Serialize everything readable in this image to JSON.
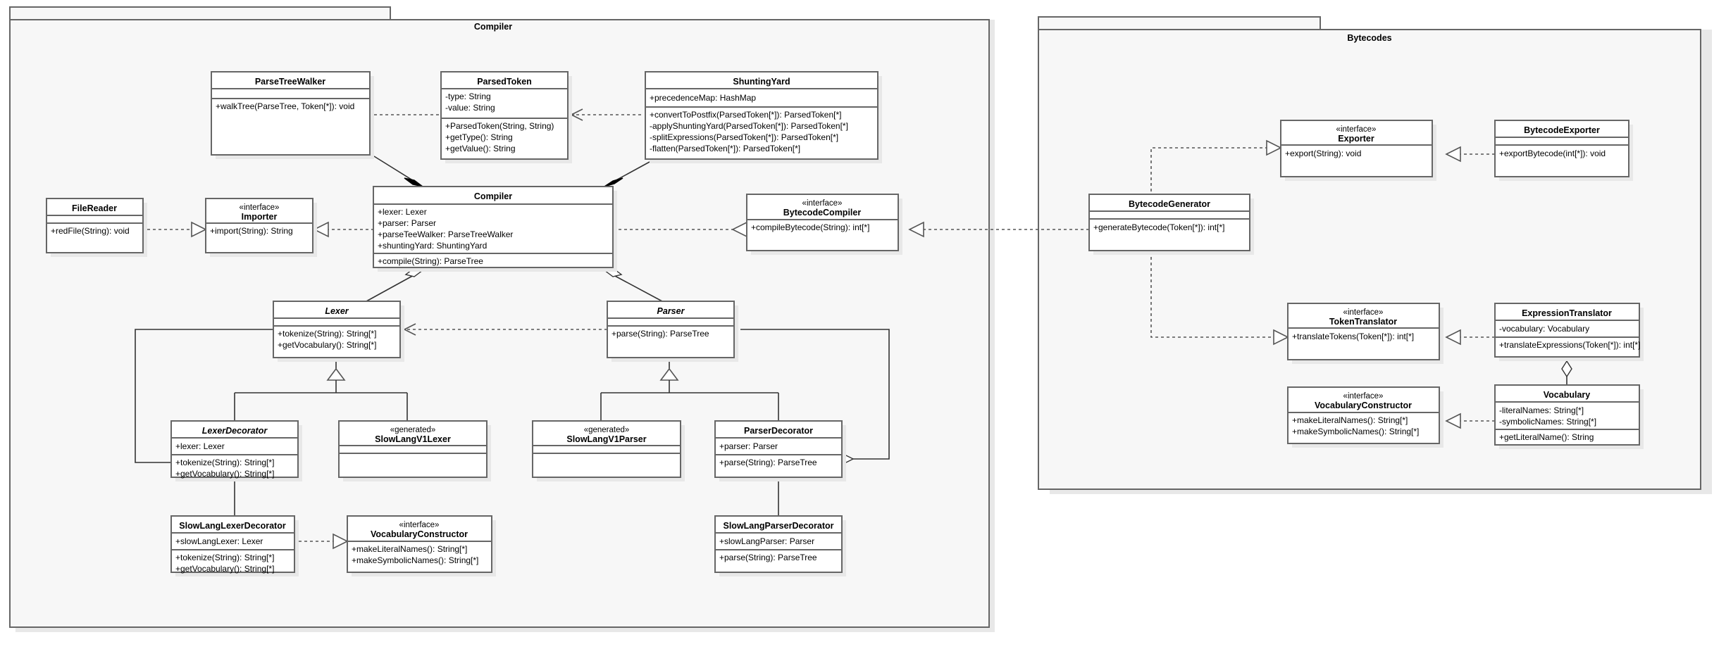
{
  "diagram": {
    "type": "uml-class-diagram",
    "packages": [
      {
        "id": "compiler-package",
        "label": "Compiler"
      },
      {
        "id": "bytecodes-package",
        "label": "Bytecodes"
      }
    ]
  },
  "classes": {
    "parse_tree_walker": {
      "name": "ParseTreeWalker",
      "stereotype": "",
      "abstract": false,
      "attributes": [],
      "operations": [
        "+walkTree(ParseTree, Token[*]): void"
      ]
    },
    "parsed_token": {
      "name": "ParsedToken",
      "stereotype": "",
      "abstract": false,
      "attributes": [
        "-type: String",
        "-value: String"
      ],
      "operations": [
        "+ParsedToken(String, String)",
        "+getType(): String",
        "+getValue(): String"
      ]
    },
    "shunting_yard": {
      "name": "ShuntingYard",
      "stereotype": "",
      "abstract": false,
      "attributes": [
        "+precedenceMap: HashMap"
      ],
      "operations": [
        "+convertToPostfix(ParsedToken[*]): ParsedToken[*]",
        "-applyShuntingYard(ParsedToken[*]): ParsedToken[*]",
        "-splitExpressions(ParsedToken[*]): ParsedToken[*]",
        "-flatten(ParsedToken[*]): ParsedToken[*]"
      ]
    },
    "compiler": {
      "name": "Compiler",
      "stereotype": "",
      "abstract": false,
      "attributes": [
        "+lexer: Lexer",
        "+parser: Parser",
        "+parseTeeWalker: ParseTreeWalker",
        "+shuntingYard: ShuntingYard"
      ],
      "operations": [
        "+compile(String): ParseTree"
      ]
    },
    "file_reader": {
      "name": "FileReader",
      "stereotype": "",
      "abstract": false,
      "attributes": [],
      "operations": [
        "+redFile(String): void"
      ]
    },
    "importer": {
      "name": "Importer",
      "stereotype": "«interface»",
      "abstract": false,
      "attributes": [],
      "operations": [
        "+import(String): String"
      ]
    },
    "bytecode_compiler": {
      "name": "BytecodeCompiler",
      "stereotype": "«interface»",
      "abstract": false,
      "attributes": [],
      "operations": [
        "+compileBytecode(String): int[*]"
      ]
    },
    "lexer": {
      "name": "Lexer",
      "stereotype": "",
      "abstract": true,
      "attributes": [],
      "operations": [
        "+tokenize(String): String[*]",
        "+getVocabulary(): String[*]"
      ]
    },
    "parser": {
      "name": "Parser",
      "stereotype": "",
      "abstract": true,
      "attributes": [],
      "operations": [
        "+parse(String): ParseTree"
      ]
    },
    "lexer_decorator": {
      "name": "LexerDecorator",
      "stereotype": "",
      "abstract": true,
      "attributes": [
        "+lexer: Lexer"
      ],
      "operations": [
        "+tokenize(String): String[*]",
        "+getVocabulary(): String[*]"
      ]
    },
    "slowlang_v1_lexer": {
      "name": "SlowLangV1Lexer",
      "stereotype": "«generated»",
      "abstract": false,
      "attributes": [],
      "operations": []
    },
    "slowlang_v1_parser": {
      "name": "SlowLangV1Parser",
      "stereotype": "«generated»",
      "abstract": false,
      "attributes": [],
      "operations": []
    },
    "parser_decorator": {
      "name": "ParserDecorator",
      "stereotype": "",
      "abstract": false,
      "attributes": [
        "+parser: Parser"
      ],
      "operations": [
        "+parse(String): ParseTree"
      ]
    },
    "slowlang_lexer_decorator": {
      "name": "SlowLangLexerDecorator",
      "stereotype": "",
      "abstract": false,
      "attributes": [
        "+slowLangLexer: Lexer"
      ],
      "operations": [
        "+tokenize(String): String[*]",
        "+getVocabulary(): String[*]"
      ]
    },
    "vocabulary_constructor_left": {
      "name": "VocabularyConstructor",
      "stereotype": "«interface»",
      "abstract": false,
      "attributes": [],
      "operations": [
        "+makeLiteralNames(): String[*]",
        "+makeSymbolicNames(): String[*]"
      ]
    },
    "slowlang_parser_decorator": {
      "name": "SlowLangParserDecorator",
      "stereotype": "",
      "abstract": false,
      "attributes": [
        "+slowLangParser: Parser"
      ],
      "operations": [
        "+parse(String): ParseTree"
      ]
    },
    "exporter": {
      "name": "Exporter",
      "stereotype": "«interface»",
      "abstract": false,
      "attributes": [],
      "operations": [
        "+export(String): void"
      ]
    },
    "bytecode_exporter": {
      "name": "BytecodeExporter",
      "stereotype": "",
      "abstract": false,
      "attributes": [],
      "operations": [
        "+exportBytecode(int[*]): void"
      ]
    },
    "bytecode_generator": {
      "name": "BytecodeGenerator",
      "stereotype": "",
      "abstract": false,
      "attributes": [],
      "operations": [
        "+generateBytecode(Token[*]): int[*]"
      ]
    },
    "token_translator": {
      "name": "TokenTranslator",
      "stereotype": "«interface»",
      "abstract": false,
      "attributes": [],
      "operations": [
        "+translateTokens(Token[*]): int[*]"
      ]
    },
    "expression_translator": {
      "name": "ExpressionTranslator",
      "stereotype": "",
      "abstract": false,
      "attributes": [
        "-vocabulary: Vocabulary"
      ],
      "operations": [
        "+translateExpressions(Token[*]): int[*]"
      ]
    },
    "vocabulary_constructor_right": {
      "name": "VocabularyConstructor",
      "stereotype": "«interface»",
      "abstract": false,
      "attributes": [],
      "operations": [
        "+makeLiteralNames(): String[*]",
        "+makeSymbolicNames(): String[*]"
      ]
    },
    "vocabulary": {
      "name": "Vocabulary",
      "stereotype": "",
      "abstract": false,
      "attributes": [
        "-literalNames: String[*]",
        "-symbolicNames: String[*]"
      ],
      "operations": [
        "+getLiteralName(): String"
      ]
    }
  },
  "colors": {
    "package_fill": "#f7f7f7",
    "class_fill": "#ffffff",
    "stroke": "#666666",
    "edge": "#555555",
    "shadow": "#e8e8e8",
    "text": "#000000"
  }
}
